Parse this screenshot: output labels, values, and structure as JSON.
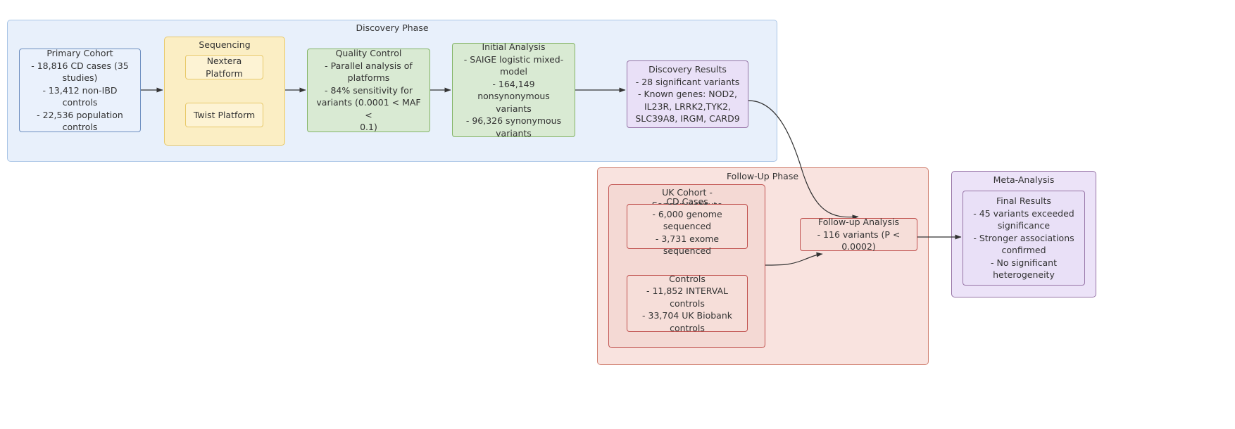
{
  "diagram": {
    "title_clusters": {
      "discovery": "Discovery Phase",
      "sequencing": "Sequencing",
      "followup": "Follow-Up Phase",
      "uk_cohort": "UK Cohort - Sanger Institute",
      "meta": "Meta-Analysis"
    },
    "nodes": {
      "primary_cohort": {
        "title": "Primary Cohort",
        "line1": "- 18,816 CD cases (35",
        "line2": "studies)",
        "line3": "- 13,412 non-IBD controls",
        "line4": "- 22,536 population",
        "line5": "controls"
      },
      "nextera": {
        "title": "Nextera Platform"
      },
      "twist": {
        "title": "Twist Platform"
      },
      "quality_control": {
        "title": "Quality Control",
        "line1": "- Parallel analysis of",
        "line2": "platforms",
        "line3": "- 84% sensitivity for",
        "line4": "variants (0.0001 < MAF <",
        "line5": "0.1)"
      },
      "initial_analysis": {
        "title": "Initial Analysis",
        "line1": "- SAIGE logistic mixed-",
        "line2": "model",
        "line3": "- 164,149 nonsynonymous",
        "line4": "variants",
        "line5": "- 96,326 synonymous",
        "line6": "variants"
      },
      "discovery_results": {
        "title": "Discovery Results",
        "line1": "- 28 significant variants",
        "line2": "- Known genes: NOD2,",
        "line3": "IL23R, LRRK2,TYK2,",
        "line4": "SLC39A8, IRGM, CARD9"
      },
      "cd_cases": {
        "title": "CD Cases",
        "line1": "- 6,000 genome sequenced",
        "line2": "- 3,731 exome sequenced"
      },
      "controls": {
        "title": "Controls",
        "line1": "- 11,852 INTERVAL controls",
        "line2": "- 33,704 UK Biobank",
        "line3": "controls"
      },
      "followup_analysis": {
        "title": "Follow-up Analysis",
        "line1": "- 116 variants (P < 0.0002)"
      },
      "final_results": {
        "title": "Final Results",
        "line1": "- 45 variants exceeded",
        "line2": "significance",
        "line3": "- Stronger associations",
        "line4": "confirmed",
        "line5": "- No significant",
        "line6": "heterogeneity"
      }
    },
    "colors": {
      "discovery_cluster_fill": "#e8f0fb",
      "discovery_cluster_stroke": "#a8c4e6",
      "sequencing_cluster_fill": "#fbeec4",
      "sequencing_cluster_stroke": "#e8c96a",
      "followup_cluster_fill": "#f9e3df",
      "followup_cluster_stroke": "#d08070",
      "uk_cohort_fill": "#f4d9d4",
      "uk_cohort_stroke": "#c0504d",
      "meta_cluster_fill": "#ece3f8",
      "meta_cluster_stroke": "#9673a6",
      "node_blue_fill": "#eaf1fc",
      "node_blue_stroke": "#6c8ebf",
      "node_green_fill": "#d9ead3",
      "node_green_stroke": "#82b366",
      "node_purple_fill": "#e9e0f7",
      "node_purple_stroke": "#9673a6",
      "node_red_fill": "#f6ded9",
      "node_red_stroke": "#c0504d",
      "edge_stroke": "#333333"
    }
  }
}
